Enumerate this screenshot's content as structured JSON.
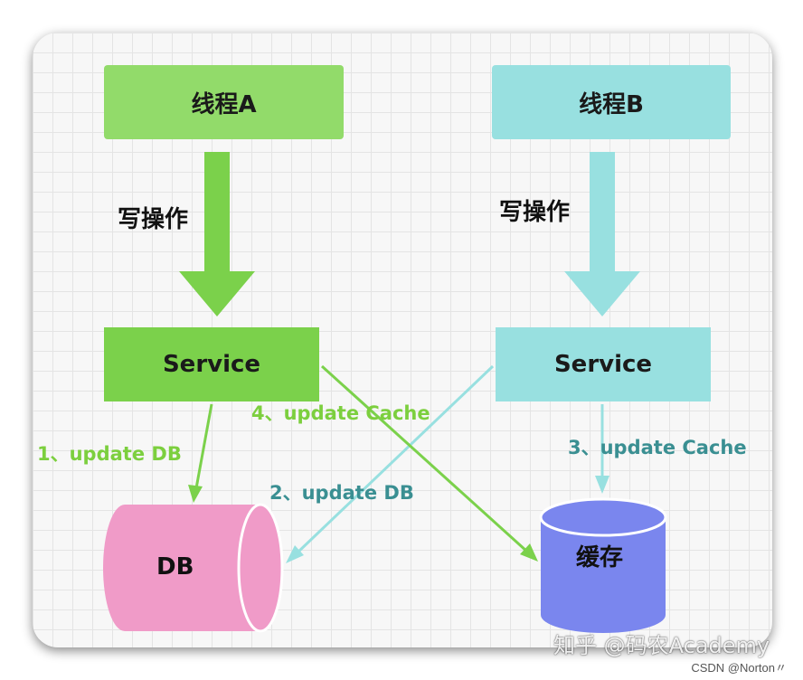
{
  "threads": {
    "a": {
      "label": "线程A",
      "color": "#92db6a"
    },
    "b": {
      "label": "线程B",
      "color": "#98e0e0"
    }
  },
  "operations": {
    "a": "写操作",
    "b": "写操作"
  },
  "services": {
    "a": {
      "label": "Service",
      "color": "#7bd14b"
    },
    "b": {
      "label": "Service",
      "color": "#98e0e0"
    }
  },
  "steps": [
    {
      "label": "1、update DB",
      "color": "#7ccf3e"
    },
    {
      "label": "2、update DB",
      "color": "#3a8f92"
    },
    {
      "label": "3、update Cache",
      "color": "#3a8f92"
    },
    {
      "label": "4、update Cache",
      "color": "#7ccf3e"
    }
  ],
  "stores": {
    "db": {
      "label": "DB",
      "color": "#f09bc8"
    },
    "cache": {
      "label": "缓存",
      "color": "#7a86ee"
    }
  },
  "watermark": "知乎 @码农Academy",
  "credit": "CSDN @Norton〃"
}
